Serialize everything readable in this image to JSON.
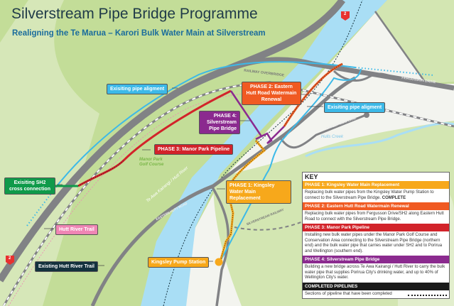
{
  "header": {
    "title": "Silverstream Pipe Bridge Programme",
    "subtitle": "Realigning the Te Marua – Karori Bulk Water Main at Silverstream"
  },
  "colors": {
    "phase1": "#f7a81b",
    "phase2": "#f05a22",
    "phase3": "#d2232a",
    "phase4": "#8b2a8f",
    "existing_pipe": "#3cb9e8",
    "sh2_connection": "#0f9a4a",
    "hutt_river_trail": "#ef86b4",
    "existing_trail": "#13313d",
    "river": "#a9def5",
    "road": "#818285"
  },
  "callouts": {
    "existing_pipe_left": "Exisiting pipe aligment",
    "existing_pipe_right": "Exisiting pipe aligment",
    "phase2": "PHASE 2: Eastern Hutt Road Watermain Renewal",
    "phase4": "PHASE 4: Silverstream Pipe Bridge",
    "phase3": "PHASE 3: Manor Park Pipeline",
    "phase1": "PHASE 1: Kingsley Water Main Replacement",
    "sh2_connection": "Exisiting SH2 cross connection",
    "hutt_river_trail": "Hutt River Trail",
    "existing_trail": "Existing Hutt River Trail",
    "pump_station": "Kingsley Pump Station"
  },
  "map_labels": {
    "golf_course": "Manor Park Golf Course",
    "river": "Te Awa Kairangi / Hutt River",
    "railway_overbridge": "RAILWAY OVERBRIDGE",
    "fergusson_drive": "FERGUSSON DRIVE",
    "barley_mow_lane": "BARLEY MOW LANE",
    "hulls_creek": "Hulls Creek",
    "eastern_hutt_road": "EASTERN HUTT ROAD",
    "silverstream_railway": "SILVERSTREAM RAILWAY",
    "sh2_marker_top": "2",
    "sh2_marker_bottom": "2"
  },
  "key": {
    "title": "KEY",
    "items": [
      {
        "label": "PHASE 1: Kingsley Water Main Replacement",
        "desc": "Replacing bulk water pipes from the Kingsley Water Pump Station to connect to the Silverstream Pipe Bridge.",
        "status": "COMPLETE"
      },
      {
        "label": "PHASE 2: Eastern Hutt Road Watermain Renewal",
        "desc": "Replacing bulk water pipes from Fergusson Drive/SH2 along Eastern Hutt Road to connect with the Silverstream Pipe Bridge."
      },
      {
        "label": "PHASE 3: Manor Park Pipeline",
        "desc": "Installing new bulk water pipes under the Manor Park Golf Course and Conservation Area connecting to the Silverstream Pipe Bridge (northern end) and the bulk water pipe that carries water under SH2 and to Porirua and Wellington (southern end)."
      },
      {
        "label": "PHASE 4: Silverstream Pipe Bridge",
        "desc": "Building a new bridge across Te Awa Kairangi / Hutt River to carry the bulk water pipe that supplies Porirua City's drinking water, and up to 40% of Wellington City's water."
      }
    ],
    "completed_title": "COMPLETED PIPELINES",
    "completed_desc": "Sections of pipeline that have been completed"
  }
}
